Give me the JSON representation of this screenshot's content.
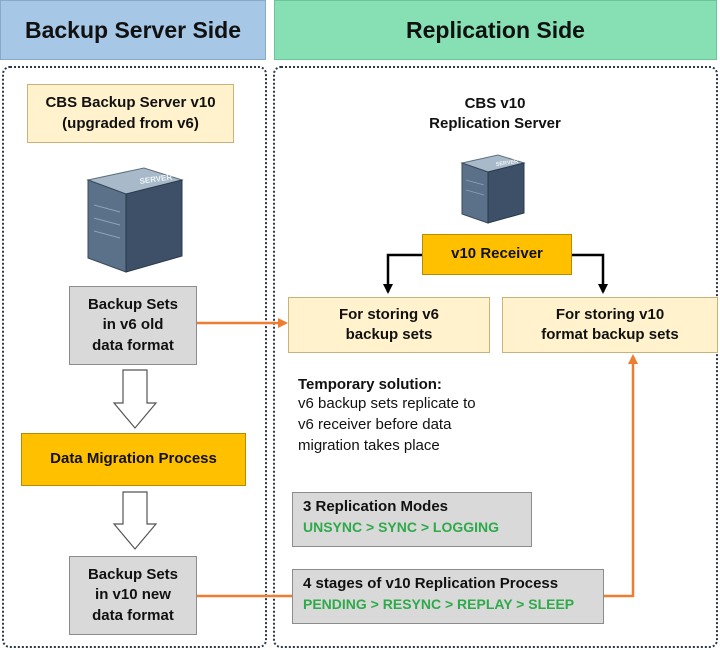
{
  "headers": {
    "backup_side": "Backup Server Side",
    "replication_side": "Replication Side"
  },
  "backup": {
    "server_label": "CBS Backup Server v10\n(upgraded from v6)",
    "server_icon": "server-icon",
    "old_sets": "Backup Sets\nin v6 old\ndata format",
    "migration": "Data Migration Process",
    "new_sets": "Backup Sets\nin v10 new\ndata format"
  },
  "replication": {
    "server_label": "CBS v10\nReplication Server",
    "server_icon": "server-icon",
    "receiver": "v10 Receiver",
    "v6_storage": "For storing v6\nbackup sets",
    "v10_storage": "For storing v10\nformat backup sets",
    "temp_title": "Temporary solution:",
    "temp_text": "v6 backup sets replicate to\nv6 receiver before data\nmigration takes place",
    "modes_title": "3 Replication Modes",
    "modes_steps": "UNSYNC > SYNC > LOGGING",
    "stages_title": "4 stages of v10 Replication Process",
    "stages_steps": "PENDING > RESYNC > REPLAY > SLEEP"
  },
  "colors": {
    "header_left": "#a7c7e7",
    "header_right": "#86e0b3",
    "box_cream": "#fff2cc",
    "box_gray": "#d9d9d9",
    "box_gold": "#ffc000",
    "arrow_orange": "#ed7d31",
    "mode_green": "#2eaa4a"
  }
}
